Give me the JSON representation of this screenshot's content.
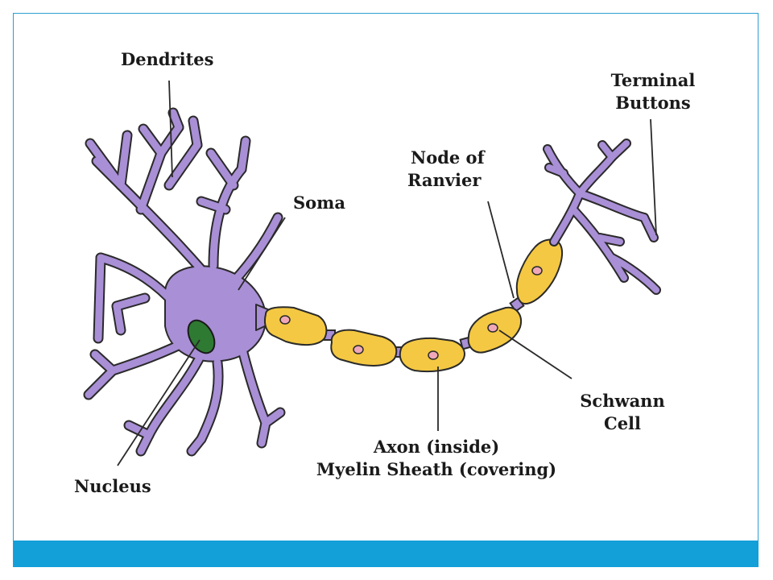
{
  "colors": {
    "dendrite_fill": "#a98fd6",
    "outline": "#2a2a2a",
    "nucleus": "#2e7a32",
    "myelin": "#f4c842",
    "schwann_nucleus": "#f0a8b8",
    "axon": "#a98fd6",
    "slide_border": "#2b9fd0",
    "bottom_bar": "#139fd8"
  },
  "labels": {
    "dendrites": "Dendrites",
    "terminal_line1": "Terminal",
    "terminal_line2": "Buttons",
    "node_line1": "Node of",
    "node_line2": "Ranvier",
    "soma": "Soma",
    "schwann_line1": "Schwann",
    "schwann_line2": "Cell",
    "axon_line1": "Axon (inside)",
    "axon_line2": "Myelin Sheath (covering)",
    "nucleus": "Nucleus"
  }
}
